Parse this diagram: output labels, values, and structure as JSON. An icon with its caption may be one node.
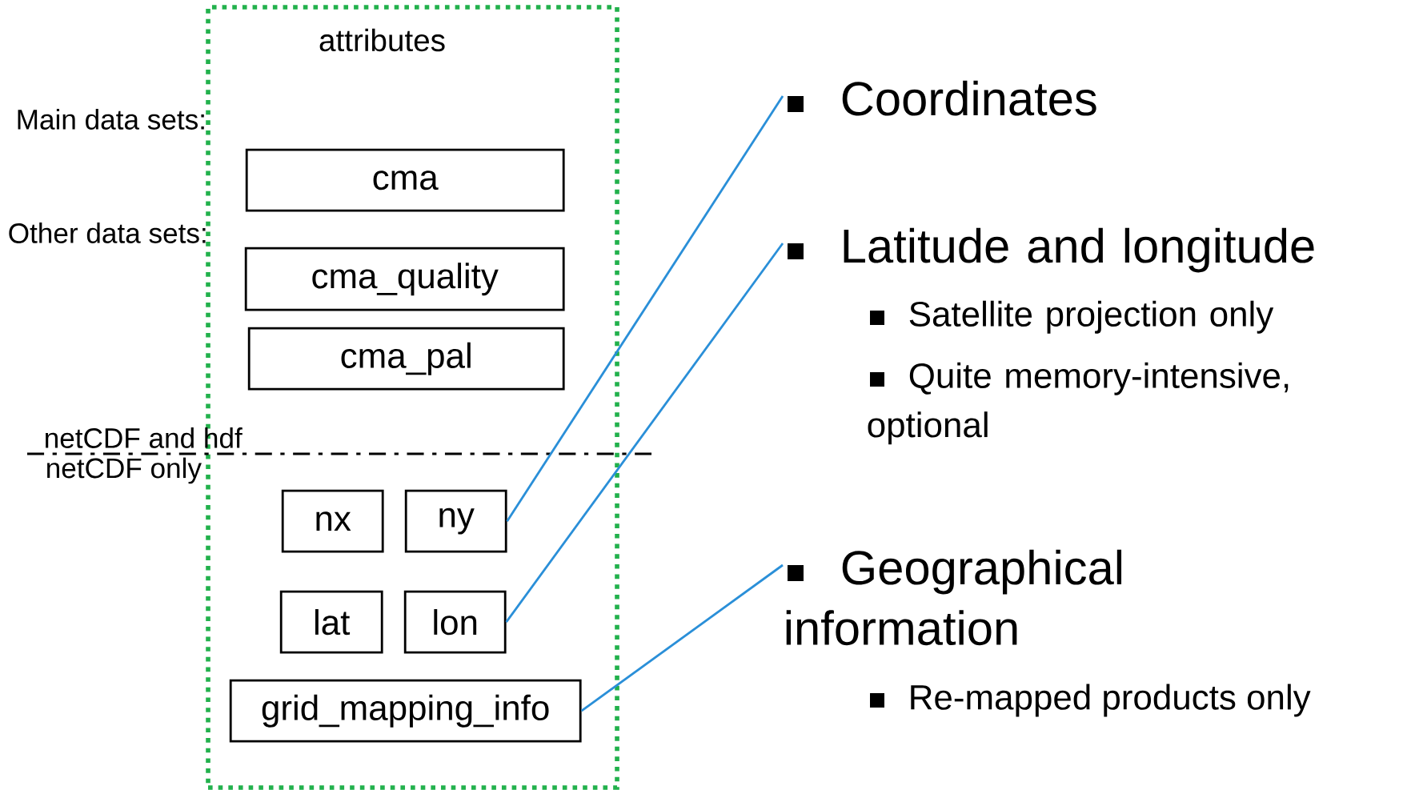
{
  "diagram": {
    "nodes": [
      {
        "text": [
          "attributes"
        ]
      },
      {
        "text": [
          "cma"
        ],
        "in": 0
      },
      {
        "text": [
          "cma_quality"
        ],
        "in": 0
      },
      {
        "text": [
          "cma_pal"
        ],
        "in": 0
      },
      {
        "text": [
          "nx"
        ],
        "in": 0
      },
      {
        "text": [
          "ny"
        ],
        "in": 0
      },
      {
        "text": [
          "lat"
        ],
        "in": 0
      },
      {
        "text": [
          "lon"
        ],
        "in": 0
      },
      {
        "text": [
          "grid_mapping_info"
        ],
        "in": 0
      },
      {
        "text": [
          "Coordinates"
        ]
      },
      {
        "text": [
          "Latitude and longitude"
        ],
        "beside": [
          "Satellite projection only",
          "Quite memory-intensive, optional"
        ]
      },
      {
        "text": [
          "Geographical information"
        ]
      }
    ],
    "edges": [
      {
        "from": 5,
        "to": 9,
        "arrow": "none"
      },
      {
        "from": 7,
        "to": 10,
        "arrow": "none"
      },
      {
        "from": 8,
        "to": 11,
        "arrow": "none"
      }
    ],
    "labels": [
      "Main data sets:",
      "Other data sets:",
      "netCDF and hdf",
      "netCDF only",
      "Re-mapped products only"
    ]
  }
}
